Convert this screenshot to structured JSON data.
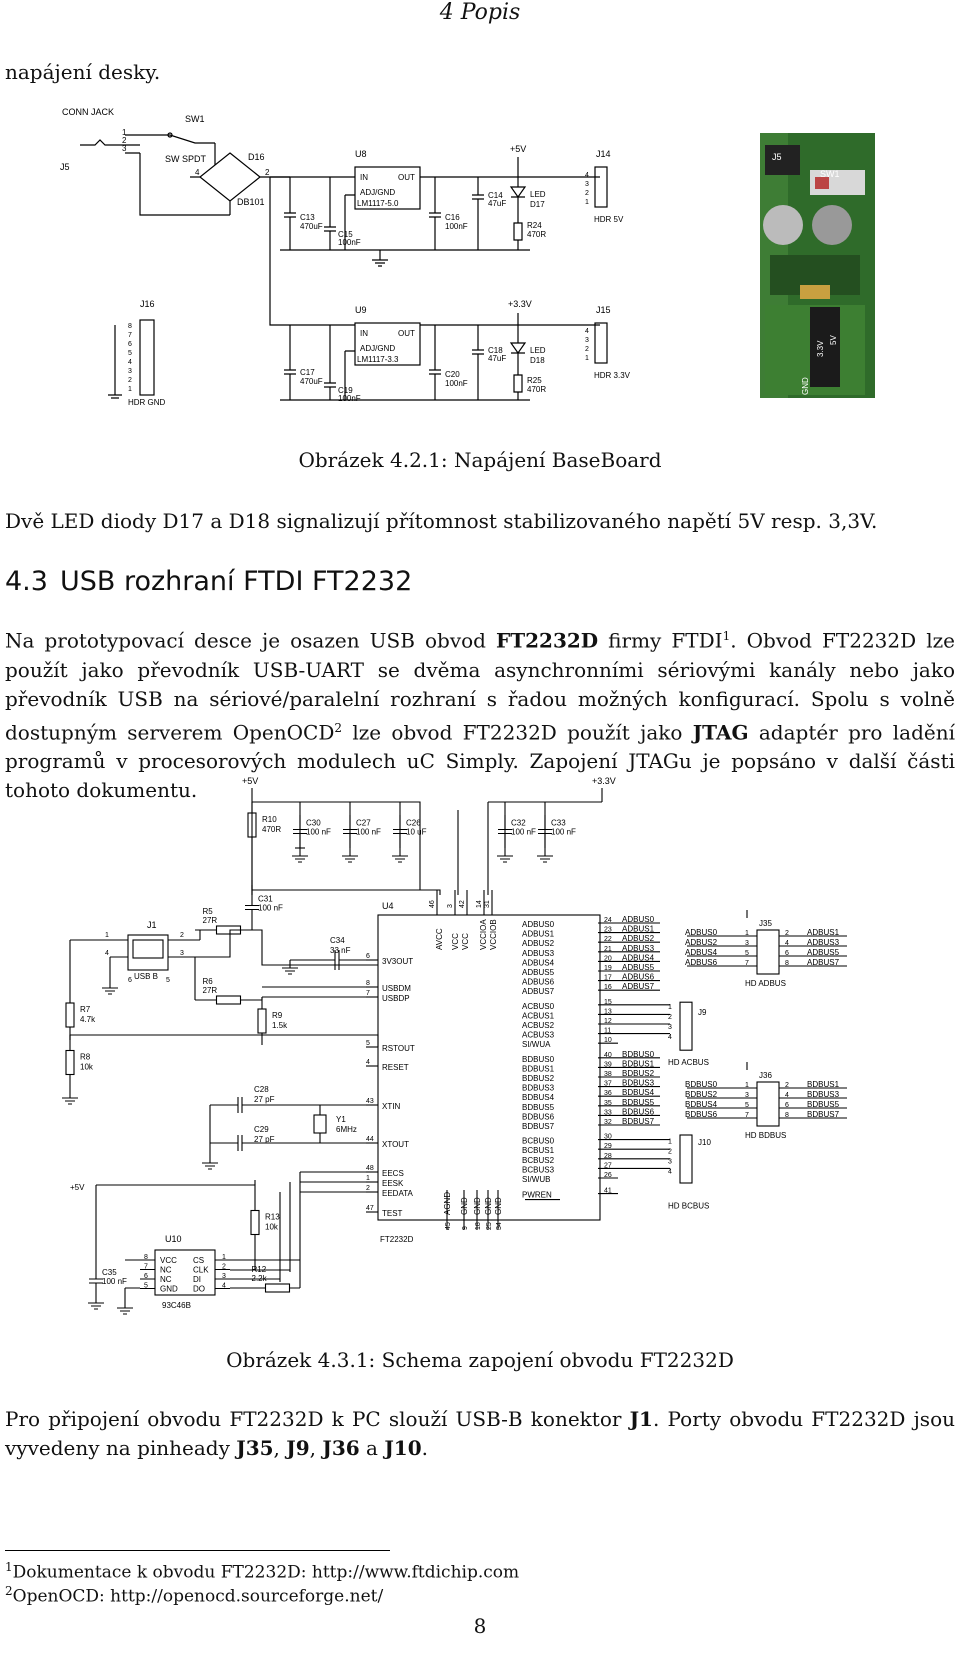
{
  "header": {
    "running_title": "4  Popis"
  },
  "intro": "napájení desky.",
  "figure1": {
    "caption": "Obrázek 4.2.1: Napájení BaseBoard",
    "labels": {
      "conn_jack": "CONN JACK",
      "j5": "J5",
      "sw1": "SW1",
      "sw_spdt": "SW SPDT",
      "d16": "D16",
      "db101": "DB101",
      "u8": "U8",
      "in": "IN",
      "out": "OUT",
      "adj_gnd": "ADJ/GND",
      "lm1117_50": "LM1117-5.0",
      "c13": "C13",
      "c13v": "470uF",
      "c15": "C15",
      "c15v": "100nF",
      "c16": "C16",
      "c16v": "100nF",
      "c14": "C14",
      "c14v": "47uF",
      "led": "LED",
      "d17": "D17",
      "r24": "R24",
      "r24v": "470R",
      "p5v": "+5V",
      "j14": "J14",
      "hdr5v": "HDR 5V",
      "j16": "J16",
      "hdr_gnd": "HDR GND",
      "u9": "U9",
      "lm1117_33": "LM1117-3.3",
      "c17": "C17",
      "c17v": "470uF",
      "c19": "C19",
      "c19v": "100nF",
      "c20": "C20",
      "c20v": "100nF",
      "c18": "C18",
      "c18v": "47uF",
      "d18": "D18",
      "r25": "R25",
      "r25v": "470R",
      "p33v": "+3.3V",
      "j15": "J15",
      "hdr33v": "HDR 3.3V",
      "photo_j5": "J5",
      "photo_sw1": "SW1",
      "photo_gnd": "GND",
      "photo_33v": "3.3V",
      "photo_5v": "5V"
    }
  },
  "para1": "Dvě LED diody D17 a D18 signalizují přítomnost stabilizovaného napětí 5V resp. 3,3V.",
  "section": {
    "number": "4.3",
    "title": "USB rozhraní FTDI FT2232"
  },
  "para2": {
    "a": "Na prototypovací desce je osazen USB obvod ",
    "b": "FT2232D",
    "c": " firmy FTDI",
    "sup1": "1",
    "d": ". Obvod FT2232D lze použít jako převodník USB-UART se dvěma asynchronními sériovými kanály nebo jako převodník USB na sériové/paralelní rozhraní s řadou možných konfigurací. Spolu s volně dostupným serverem OpenOCD",
    "sup2": "2",
    "e": " lze obvod FT2232D použít jako ",
    "f": "JTAG",
    "g": " adaptér pro ladění programů v procesorových modulech uC Simply. Zapojení JTAGu je popsáno v další části tohoto dokumentu."
  },
  "figure2": {
    "caption": "Obrázek 4.3.1: Schema zapojení obvodu FT2232D",
    "labels": {
      "p5v": "+5V",
      "p33v": "+3.3V",
      "r10": "R10",
      "r10v": "470R",
      "c30": "C30",
      "c30v": "100 nF",
      "c27": "C27",
      "c27v": "100 nF",
      "c26": "C26",
      "c26v": "10 uF",
      "c32": "C32",
      "c32v": "100 nF",
      "c33": "C33",
      "c33v": "100 nF",
      "c31": "C31",
      "c31v": "100 nF",
      "u4": "U4",
      "j1": "J1",
      "usb_b": "USB B",
      "r5": "R5",
      "r5v": "27R",
      "r6": "R6",
      "r6v": "27R",
      "r7": "R7",
      "r7v": "4.7k",
      "r8": "R8",
      "r8v": "10k",
      "c34": "C34",
      "c34v": "33 nF",
      "r9": "R9",
      "r9v": "1.5k",
      "c28": "C28",
      "c28v": "27 pF",
      "c29": "C29",
      "c29v": "27 pF",
      "y1": "Y1",
      "y1v": "6MHz",
      "p5v_b": "+5V",
      "r13": "R13",
      "r13v": "10k",
      "r12": "R12",
      "r12v": "2.2k",
      "u10": "U10",
      "ic93": "93C46B",
      "c35": "C35",
      "c35v": "100 nF",
      "ft2232d": "FT2232D",
      "avcc": "AVCC",
      "vcc": "VCC",
      "vccioa": "VCCIOA",
      "vcciob": "VCCIOB",
      "agnd": "AGND",
      "gnd": "GND",
      "j35": "J35",
      "hd_adbus": "HD ADBUS",
      "j9": "J9",
      "hd_acbus": "HD ACBUS",
      "j36": "J36",
      "hd_bdbus": "HD BDBUS",
      "j10": "J10",
      "hd_bcbus": "HD BCBUS"
    },
    "u4_left_pins": [
      {
        "num": "6",
        "name": "3V3OUT"
      },
      {
        "num": "8",
        "name": "USBDM"
      },
      {
        "num": "7",
        "name": "USBDP"
      },
      {
        "num": "5",
        "name": "RSTOUT"
      },
      {
        "num": "4",
        "name": "RESET"
      },
      {
        "num": "43",
        "name": "XTIN"
      },
      {
        "num": "44",
        "name": "XTOUT"
      },
      {
        "num": "48",
        "name": "EECS"
      },
      {
        "num": "1",
        "name": "EESK"
      },
      {
        "num": "2",
        "name": "EEDATA"
      },
      {
        "num": "47",
        "name": "TEST"
      }
    ],
    "u4_top_pins": [
      "46",
      "3",
      "42",
      "14",
      "31"
    ],
    "u4_bottom_pins": [
      "45",
      "9",
      "18",
      "25",
      "34"
    ],
    "u4_right_pins": [
      {
        "name": "ADBUS0",
        "num": "24",
        "net": "ADBUS0"
      },
      {
        "name": "ADBUS1",
        "num": "23",
        "net": "ADBUS1"
      },
      {
        "name": "ADBUS2",
        "num": "22",
        "net": "ADBUS2"
      },
      {
        "name": "ADBUS3",
        "num": "21",
        "net": "ADBUS3"
      },
      {
        "name": "ADBUS4",
        "num": "20",
        "net": "ADBUS4"
      },
      {
        "name": "ADBUS5",
        "num": "19",
        "net": "ADBUS5"
      },
      {
        "name": "ADBUS6",
        "num": "17",
        "net": "ADBUS6"
      },
      {
        "name": "ADBUS7",
        "num": "16",
        "net": "ADBUS7"
      },
      {
        "name": "ACBUS0",
        "num": "15",
        "net": ""
      },
      {
        "name": "ACBUS1",
        "num": "13",
        "net": ""
      },
      {
        "name": "ACBUS2",
        "num": "12",
        "net": ""
      },
      {
        "name": "ACBUS3",
        "num": "11",
        "net": ""
      },
      {
        "name": "SI/WUA",
        "num": "10",
        "net": ""
      },
      {
        "name": "BDBUS0",
        "num": "40",
        "net": "BDBUS0"
      },
      {
        "name": "BDBUS1",
        "num": "39",
        "net": "BDBUS1"
      },
      {
        "name": "BDBUS2",
        "num": "38",
        "net": "BDBUS2"
      },
      {
        "name": "BDBUS3",
        "num": "37",
        "net": "BDBUS3"
      },
      {
        "name": "BDBUS4",
        "num": "36",
        "net": "BDBUS4"
      },
      {
        "name": "BDBUS5",
        "num": "35",
        "net": "BDBUS5"
      },
      {
        "name": "BDBUS6",
        "num": "33",
        "net": "BDBUS6"
      },
      {
        "name": "BDBUS7",
        "num": "32",
        "net": "BDBUS7"
      },
      {
        "name": "BCBUS0",
        "num": "30",
        "net": ""
      },
      {
        "name": "BCBUS1",
        "num": "29",
        "net": ""
      },
      {
        "name": "BCBUS2",
        "num": "28",
        "net": ""
      },
      {
        "name": "BCBUS3",
        "num": "27",
        "net": ""
      },
      {
        "name": "SI/WUB",
        "num": "26",
        "net": ""
      },
      {
        "name": "PWREN",
        "num": "41",
        "net": ""
      }
    ],
    "u10_pins": [
      {
        "left": "VCC",
        "right": "CS",
        "lnum": "8",
        "rnum": "1"
      },
      {
        "left": "NC",
        "right": "CLK",
        "lnum": "7",
        "rnum": "2"
      },
      {
        "left": "NC",
        "right": "DI",
        "lnum": "6",
        "rnum": "3"
      },
      {
        "left": "GND",
        "right": "DO",
        "lnum": "5",
        "rnum": "4"
      }
    ],
    "j35_rows": [
      {
        "l": "ADBUS0",
        "ln": "1",
        "rn": "2",
        "r": "ADBUS1"
      },
      {
        "l": "ADBUS2",
        "ln": "3",
        "rn": "4",
        "r": "ADBUS3"
      },
      {
        "l": "ADBUS4",
        "ln": "5",
        "rn": "6",
        "r": "ADBUS5"
      },
      {
        "l": "ADBUS6",
        "ln": "7",
        "rn": "8",
        "r": "ADBUS7"
      }
    ],
    "j36_rows": [
      {
        "l": "BDBUS0",
        "ln": "1",
        "rn": "2",
        "r": "BDBUS1"
      },
      {
        "l": "BDBUS2",
        "ln": "3",
        "rn": "4",
        "r": "BDBUS3"
      },
      {
        "l": "BDBUS4",
        "ln": "5",
        "rn": "6",
        "r": "BDBUS5"
      },
      {
        "l": "BDBUS6",
        "ln": "7",
        "rn": "8",
        "r": "BDBUS7"
      }
    ],
    "j9_pins": [
      "1",
      "2",
      "3",
      "4"
    ],
    "j10_pins": [
      "1",
      "2",
      "3",
      "4"
    ]
  },
  "para3": {
    "a": "Pro připojení obvodu FT2232D k PC slouží USB-B konektor ",
    "b": "J1",
    "c": ". Porty obvodu FT2232D jsou vyvedeny na pinheady ",
    "d": "J35",
    "e": ", ",
    "f": "J9",
    "g": ", ",
    "h": "J36",
    "i": " a ",
    "j": "J10",
    "k": "."
  },
  "footnotes": [
    {
      "mark": "1",
      "text": "Dokumentace k obvodu FT2232D: http://www.ftdichip.com"
    },
    {
      "mark": "2",
      "text": "OpenOCD: http://openocd.sourceforge.net/"
    }
  ],
  "page_number": "8"
}
